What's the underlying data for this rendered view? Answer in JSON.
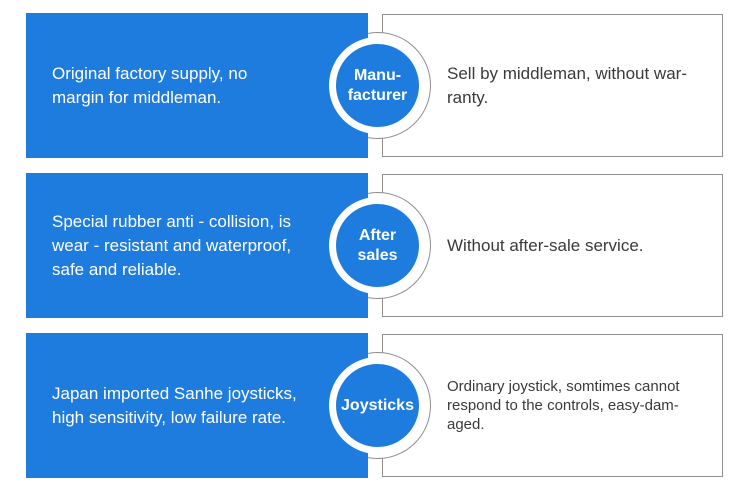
{
  "theme": {
    "blue": "#1F7CDF",
    "border_gray": "#8F8F8F",
    "right_text_color": "#3A3A3A"
  },
  "rows": [
    {
      "id": "manufacturer",
      "left_text": "Original factory supply, no\nmargin for middleman.",
      "label": "Manu-\nfacturer",
      "right_text": "Sell by middleman, without war-\nranty."
    },
    {
      "id": "after-sales",
      "left_text": "Special rubber anti - collision, is\nwear - resistant and waterproof,\nsafe and reliable.",
      "label": "After\nsales",
      "right_text": "Without after-sale service."
    },
    {
      "id": "joysticks",
      "left_text": "Japan imported Sanhe joysticks,\nhigh sensitivity, low failure rate.",
      "label": "Joysticks",
      "right_text": "Ordinary joystick, somtimes cannot\nrespond to the controls, easy-dam-\naged."
    }
  ]
}
